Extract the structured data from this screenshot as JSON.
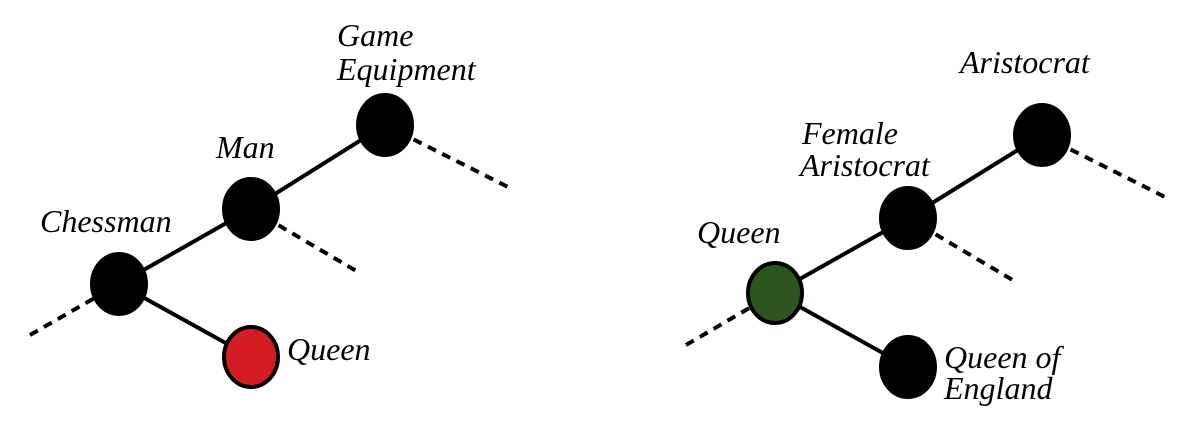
{
  "colors": {
    "node_default": "#000000",
    "node_highlight_left": "#d41c22",
    "node_highlight_right": "#2d561f",
    "edge": "#000000"
  },
  "left_tree": {
    "nodes": {
      "game_equipment": {
        "label_lines": [
          "Game",
          "Equipment"
        ]
      },
      "man": {
        "label_lines": [
          "Man"
        ]
      },
      "chessman": {
        "label_lines": [
          "Chessman"
        ]
      },
      "queen": {
        "label_lines": [
          "Queen"
        ]
      }
    }
  },
  "right_tree": {
    "nodes": {
      "aristocrat": {
        "label_lines": [
          "Aristocrat"
        ]
      },
      "female_aristocrat": {
        "label_lines": [
          "Female",
          "Aristocrat"
        ]
      },
      "queen": {
        "label_lines": [
          "Queen"
        ]
      },
      "queen_of_england": {
        "label_lines": [
          "Queen of",
          "England"
        ]
      }
    }
  }
}
